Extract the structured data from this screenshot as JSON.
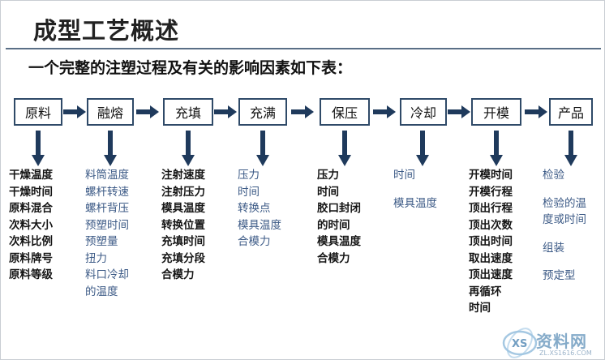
{
  "title": "成型工艺概述",
  "subtitle": "一个完整的注塑过程及有关的影响因素如下表：",
  "steps": [
    {
      "label": "原料",
      "params": [
        "干燥温度",
        "干燥时间",
        "原料混合",
        "次料大小",
        "次料比例",
        "原料牌号",
        "原料等级"
      ],
      "color": "dark"
    },
    {
      "label": "融熔",
      "params": [
        "料筒温度",
        "螺杆转速",
        "螺杆背压",
        "预塑时间",
        "预塑量",
        "扭力",
        "料口冷却",
        "的温度"
      ],
      "color": "blue"
    },
    {
      "label": "充填",
      "params": [
        "注射速度",
        "注射压力",
        "模具温度",
        "转换位置",
        "充填时间",
        "充填分段",
        "合模力"
      ],
      "color": "dark"
    },
    {
      "label": "充满",
      "params": [
        "压力",
        "时间",
        "转换点",
        "模具温度",
        "合模力"
      ],
      "color": "blue"
    },
    {
      "label": "保压",
      "params": [
        "压力",
        "时间",
        "胶口封闭",
        "的时间",
        "模具温度",
        "合模力"
      ],
      "color": "dark"
    },
    {
      "label": "冷却",
      "params": [
        "时间",
        "模具温度"
      ],
      "color": "blue"
    },
    {
      "label": "开模",
      "params": [
        "开模时间",
        "开模行程",
        "顶出行程",
        "顶出次数",
        "顶出时间",
        "取出速度",
        "顶出速度",
        "再循环",
        "时间"
      ],
      "color": "dark"
    },
    {
      "label": "产品",
      "params": [
        "检验",
        "检验的温",
        "度或时间",
        "组装",
        "预定型"
      ],
      "color": "blue"
    }
  ],
  "watermark": {
    "text": "资料网",
    "url": "ZL.XS1616.COM"
  },
  "colors": {
    "box_border": "#2f4a68",
    "arrow": "#1f3a5c",
    "param_blue": "#3c5a86",
    "rule": "#5a6f86"
  }
}
